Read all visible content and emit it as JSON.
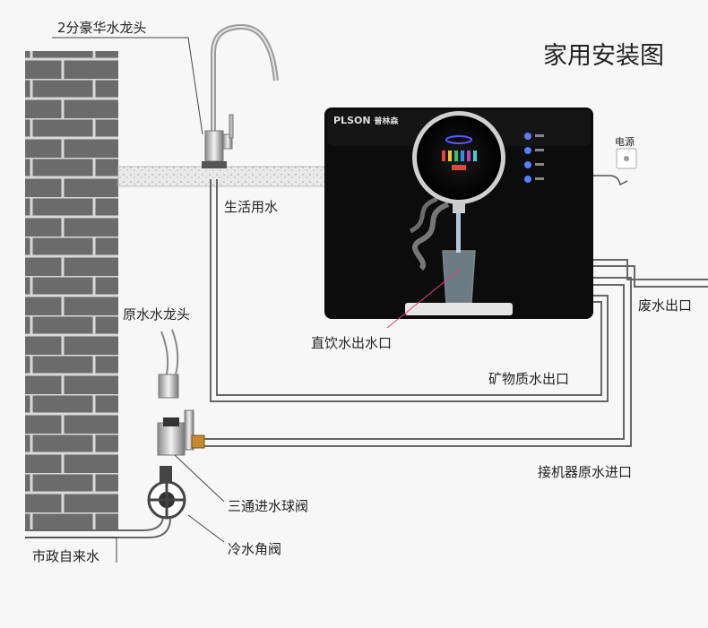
{
  "title": "家用安装图",
  "brand": {
    "logo_text": "PLSON",
    "logo_cn": "普林森"
  },
  "labels": {
    "faucet_luxury": "2分豪华水龙头",
    "domestic_water": "生活用水",
    "raw_water_faucet": "原水水龙头",
    "direct_drink_outlet": "直饮水出水口",
    "mineral_water_outlet": "矿物质水出口",
    "waste_water_outlet": "废水出口",
    "machine_raw_inlet": "接机器原水进口",
    "three_way_valve": "三通进水球阀",
    "cold_angle_valve": "冷水角阀",
    "municipal_water": "市政自来水",
    "power": "电源"
  },
  "colors": {
    "brick": "#6b6b6b",
    "mortar": "#dcdcdc",
    "machine": "#111111",
    "pipe": "#555555"
  }
}
